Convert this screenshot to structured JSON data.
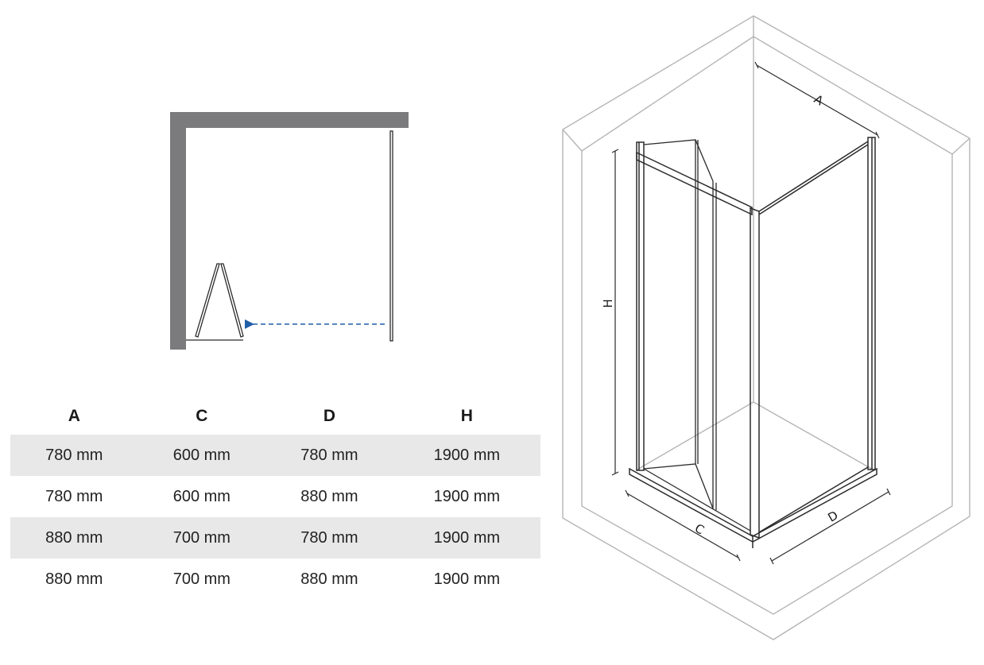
{
  "colors": {
    "wall": "#7b7b7d",
    "arrow": "#1f5fa8",
    "frame": "#2b2b2b",
    "room_line": "#b5b5b5",
    "row_shade": "#e8e8e8"
  },
  "table": {
    "headers": [
      "A",
      "C",
      "D",
      "H"
    ],
    "rows": [
      [
        "780 mm",
        "600 mm",
        "780 mm",
        "1900 mm"
      ],
      [
        "780 mm",
        "600 mm",
        "880 mm",
        "1900 mm"
      ],
      [
        "880 mm",
        "700 mm",
        "780 mm",
        "1900 mm"
      ],
      [
        "880 mm",
        "700 mm",
        "880 mm",
        "1900 mm"
      ]
    ]
  },
  "diagram_labels": {
    "a": "A",
    "c": "C",
    "d": "D",
    "h": "H"
  }
}
